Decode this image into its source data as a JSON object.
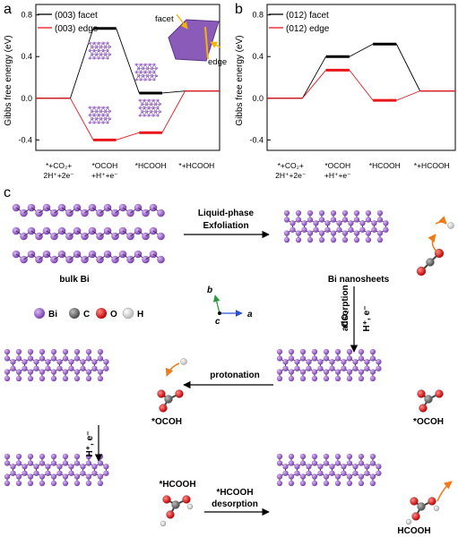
{
  "panel_a": {
    "label": "a",
    "ylabel": "Gibbs free energy (eV)",
    "legend": [
      "(003) facet",
      "(003) edge"
    ],
    "categories": [
      [
        "*+CO₂+",
        "2H⁺+2e⁻"
      ],
      [
        "*OCOH",
        "+H⁺+e⁻"
      ],
      [
        "*HCOOH",
        ""
      ],
      [
        "*+HCOOH",
        ""
      ]
    ],
    "annotations": {
      "facet": "facet",
      "edge": "edge"
    }
  },
  "panel_b": {
    "label": "b",
    "ylabel": "Gibbs free energy (eV)",
    "legend": [
      "(012) facet",
      "(012) edge"
    ],
    "categories": [
      [
        "*+CO₂+",
        "2H⁺+2e⁻"
      ],
      [
        "*OCOH",
        "+H⁺+e⁻"
      ],
      [
        "*HCOOH",
        ""
      ],
      [
        "*+HCOOH",
        ""
      ]
    ]
  },
  "panel_c": {
    "label": "c",
    "bulk": "bulk Bi",
    "nanosheets": "Bi nanosheets",
    "exfoliation": [
      "Liquid-phase",
      "Exfoliation"
    ],
    "co2_adsorption": [
      "CO₂",
      "adsorption"
    ],
    "h_e_1": "H⁺, e⁻",
    "protonation": "protonation",
    "ocoh_1": "*OCOH",
    "ocoh_2": "*OCOH",
    "h_e_2": "H⁺, e⁻",
    "hcooh_ads": "*HCOOH",
    "hcooh_desorption": [
      "*HCOOH",
      "desorption"
    ],
    "hcooh_final": "HCOOH",
    "atom_legend": [
      "Bi",
      "C",
      "O",
      "H"
    ],
    "axes": [
      "b",
      "a",
      "c"
    ]
  },
  "colors": {
    "facet": "#000000",
    "edge": "#e8161b",
    "bi": "#9457c2",
    "c": "#6b6b6b",
    "o": "#e01e1e",
    "h": "#f2f2f2",
    "arrow_orange": "#f07a1a",
    "plate": "#8a5bb8"
  },
  "chart_data": [
    {
      "type": "line",
      "title": "",
      "xlabel": "",
      "ylabel": "Gibbs free energy (eV)",
      "ylim": [
        -0.5,
        0.9
      ],
      "yticks": [
        -0.4,
        0.0,
        0.4,
        0.8
      ],
      "categories": [
        "*+CO2+2H++2e-",
        "*OCOH+H++e-",
        "*HCOOH",
        "*+HCOOH"
      ],
      "series": [
        {
          "name": "(003) facet",
          "values": [
            0.0,
            0.67,
            0.05,
            0.07
          ]
        },
        {
          "name": "(003) edge",
          "values": [
            0.0,
            -0.4,
            -0.33,
            0.07
          ]
        }
      ]
    },
    {
      "type": "line",
      "title": "",
      "xlabel": "",
      "ylabel": "Gibbs free energy (eV)",
      "ylim": [
        -0.5,
        0.9
      ],
      "yticks": [
        -0.4,
        0.0,
        0.4,
        0.8
      ],
      "categories": [
        "*+CO2+2H++2e-",
        "*OCOH+H++e-",
        "*HCOOH",
        "*+HCOOH"
      ],
      "series": [
        {
          "name": "(012) facet",
          "values": [
            0.0,
            0.4,
            0.52,
            0.07
          ]
        },
        {
          "name": "(012) edge",
          "values": [
            0.0,
            0.27,
            -0.02,
            0.07
          ]
        }
      ]
    }
  ]
}
